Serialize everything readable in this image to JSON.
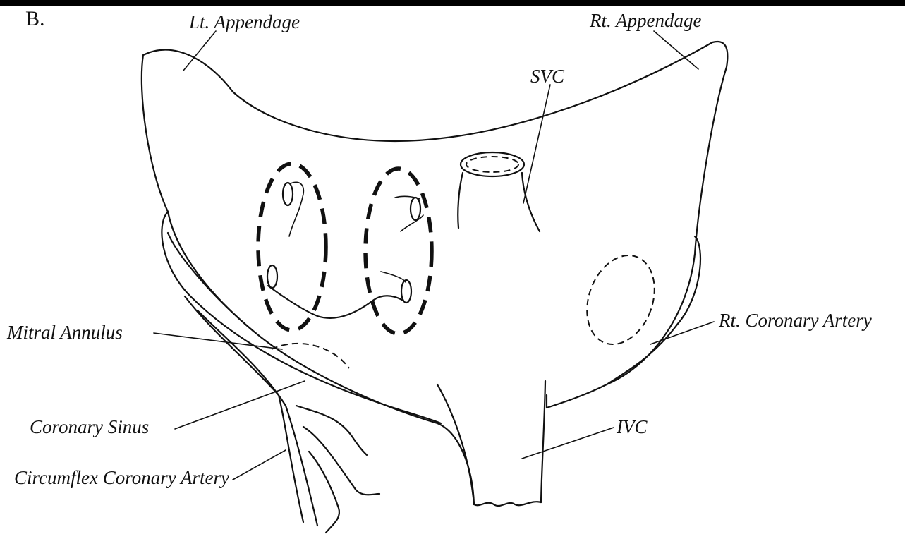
{
  "panel_label": "B.",
  "labels": {
    "lt_appendage": "Lt. Appendage",
    "rt_appendage": "Rt. Appendage",
    "svc": "SVC",
    "mitral_annulus": "Mitral Annulus",
    "rt_coronary_artery": "Rt. Coronary Artery",
    "coronary_sinus": "Coronary Sinus",
    "ivc": "IVC",
    "circumflex_coronary_artery": "Circumflex Coronary Artery"
  }
}
